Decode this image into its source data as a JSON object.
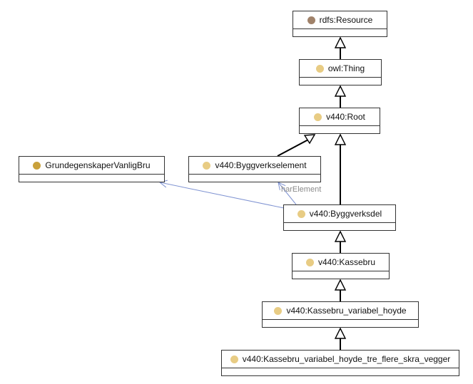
{
  "colors": {
    "resource_dot": "#a0826a",
    "class_dot": "#e8cc84",
    "external_dot": "#c9a13b",
    "inheritance_edge": "#000000",
    "association_edge": "#7f93d2"
  },
  "nodes": {
    "rdfs_resource": {
      "label": "rdfs:Resource",
      "icon": "resource-icon"
    },
    "owl_thing": {
      "label": "owl:Thing",
      "icon": "class-icon"
    },
    "root": {
      "label": "v440:Root",
      "icon": "class-icon"
    },
    "byggverkselement": {
      "label": "v440:Byggverkselement",
      "icon": "class-icon"
    },
    "grunnegenskaper": {
      "label": "GrundegenskaperVanligBru",
      "icon": "class-icon"
    },
    "byggverksdel": {
      "label": "v440:Byggverksdel",
      "icon": "class-icon"
    },
    "kassebru": {
      "label": "v440:Kassebru",
      "icon": "class-icon"
    },
    "kassebru_variabel": {
      "label": "v440:Kassebru_variabel_hoyde",
      "icon": "class-icon"
    },
    "kassebru_variabel_tre": {
      "label": "v440:Kassebru_variabel_hoyde_tre_flere_skra_vegger",
      "icon": "class-icon"
    }
  },
  "edges": {
    "har_element_label": "harElement"
  }
}
